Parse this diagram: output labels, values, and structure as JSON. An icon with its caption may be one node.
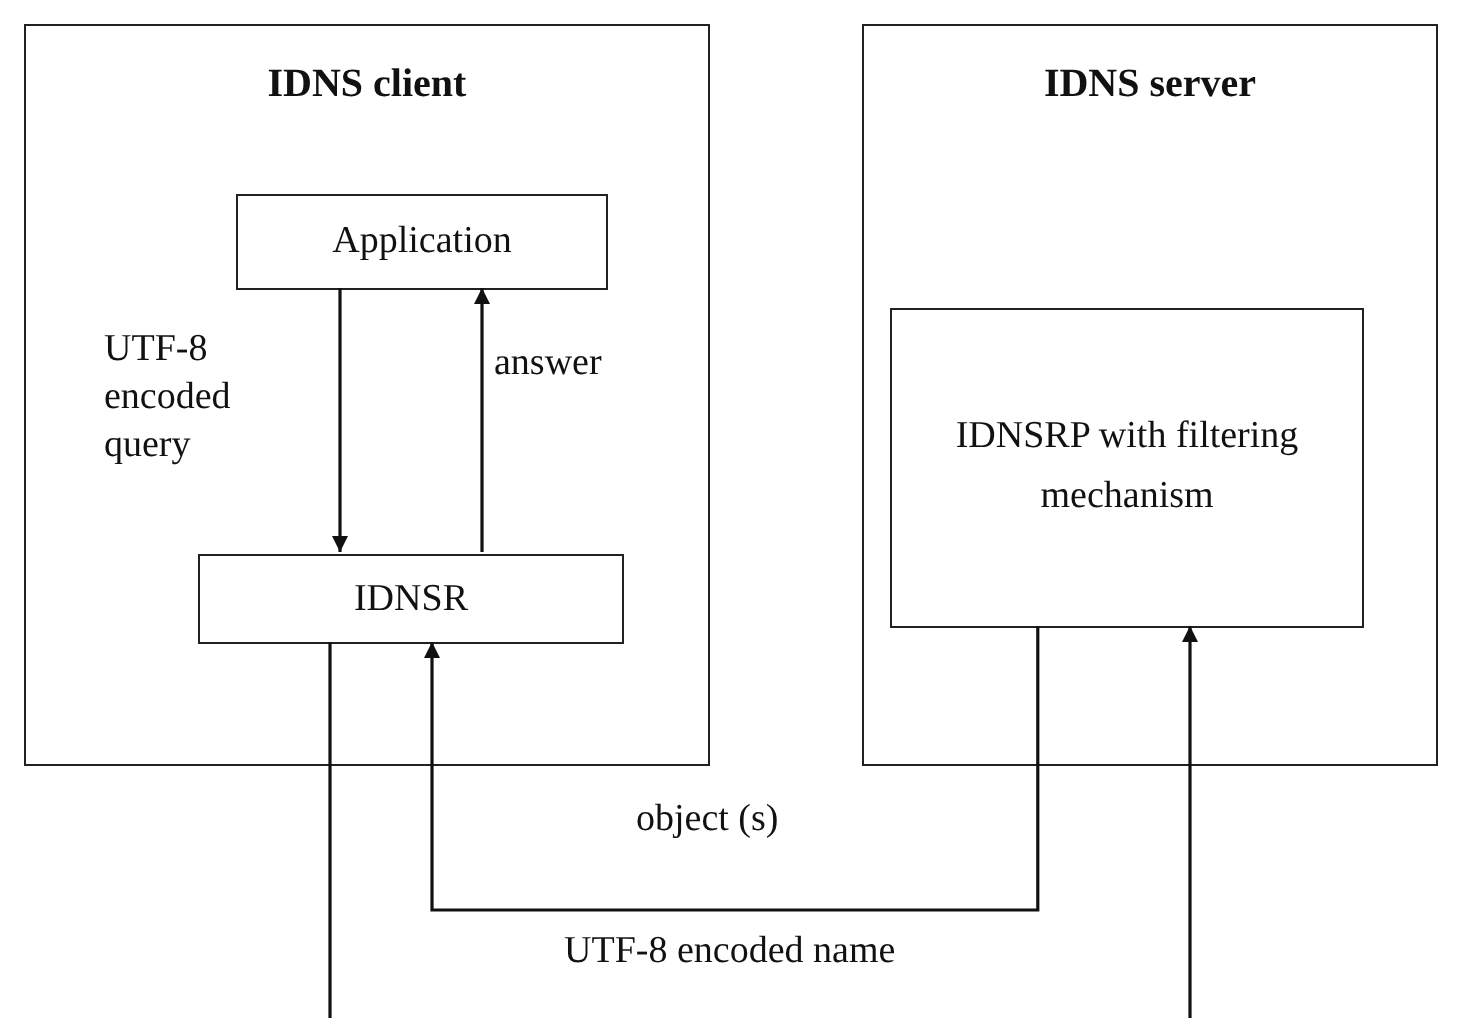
{
  "diagram": {
    "nodes": [
      {
        "text": [
          "IDNS client"
        ]
      },
      {
        "text": [
          "Application"
        ],
        "in": 0
      },
      {
        "text": [
          "IDNSR"
        ],
        "in": 0
      },
      {
        "text": [
          "IDNS server"
        ]
      },
      {
        "text": [
          "IDNSRP  with filtering mechanism"
        ],
        "in": 3
      }
    ],
    "edges": [
      {
        "from": 1,
        "to": 2,
        "arrow": "to",
        "label": "UTF-8 encoded query"
      },
      {
        "from": 2,
        "to": 1,
        "arrow": "to",
        "label": "answer"
      },
      {
        "from": 4,
        "to": 2,
        "arrow": "to",
        "label": "object (s)"
      },
      {
        "from": 2,
        "to": null,
        "arrow": "none"
      },
      {
        "from": null,
        "to": 4,
        "arrow": "to"
      }
    ],
    "labels": [
      "UTF-8 encoded name"
    ]
  }
}
